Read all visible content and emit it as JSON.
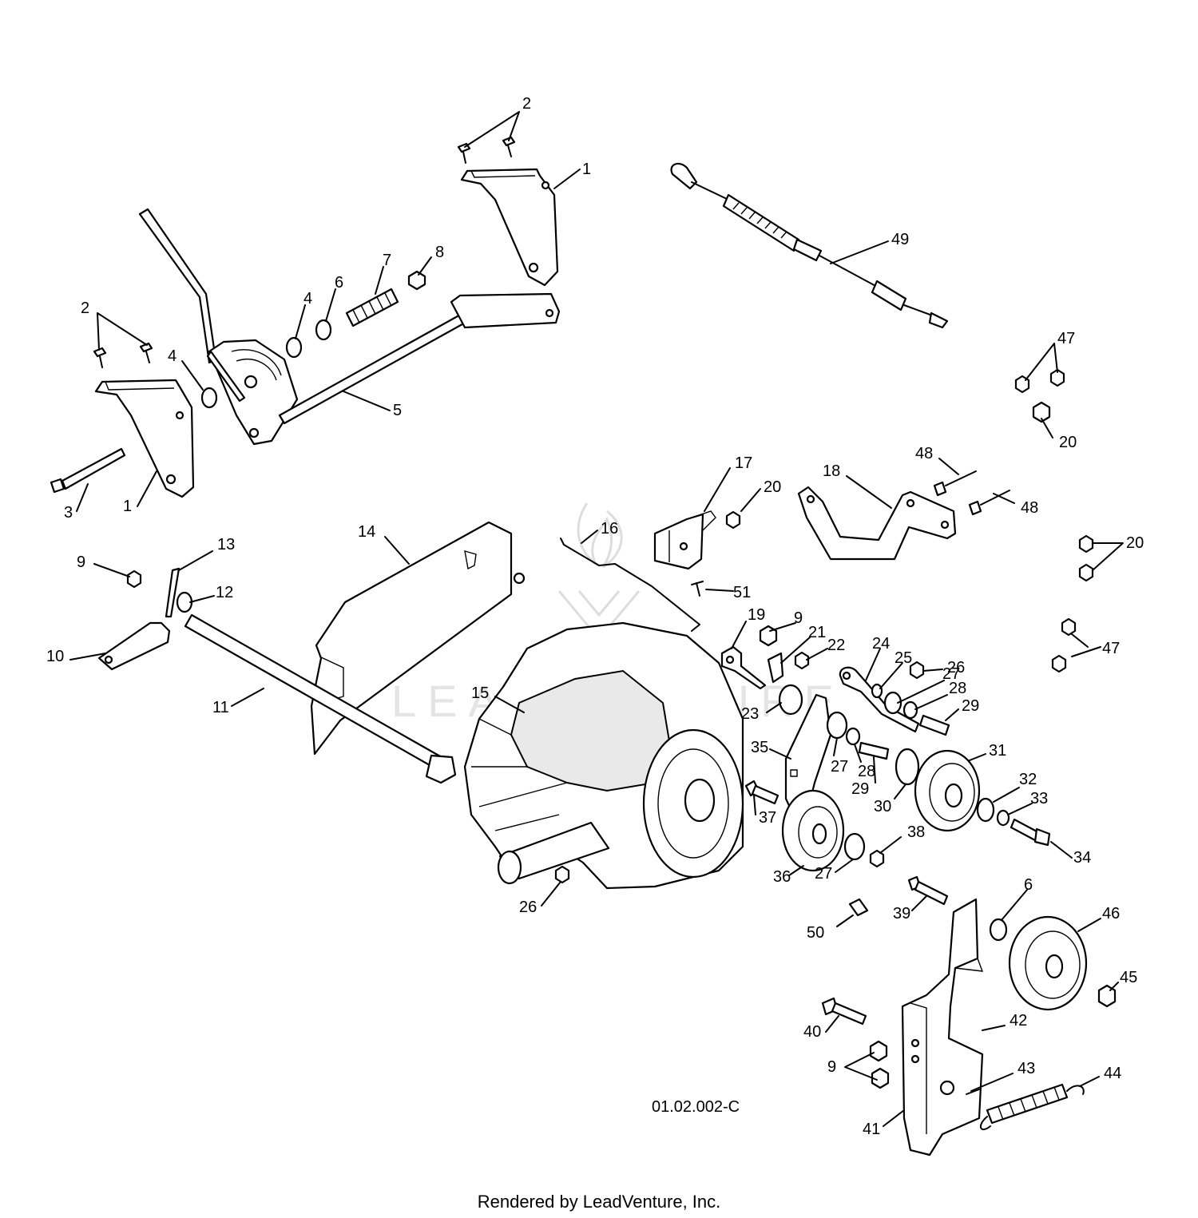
{
  "diagram_code": "01.02.002-C",
  "watermark": "LEADVENTURE",
  "credit": "Rendered by LeadVenture, Inc.",
  "labels": [
    {
      "id": "2a",
      "text": "2"
    },
    {
      "id": "1a",
      "text": "1"
    },
    {
      "id": "49",
      "text": "49"
    },
    {
      "id": "7",
      "text": "7"
    },
    {
      "id": "8",
      "text": "8"
    },
    {
      "id": "4a",
      "text": "4"
    },
    {
      "id": "6a",
      "text": "6"
    },
    {
      "id": "2b",
      "text": "2"
    },
    {
      "id": "4b",
      "text": "4"
    },
    {
      "id": "47a",
      "text": "47"
    },
    {
      "id": "5",
      "text": "5"
    },
    {
      "id": "20a",
      "text": "20"
    },
    {
      "id": "3",
      "text": "3"
    },
    {
      "id": "1b",
      "text": "1"
    },
    {
      "id": "17",
      "text": "17"
    },
    {
      "id": "20b",
      "text": "20"
    },
    {
      "id": "18",
      "text": "18"
    },
    {
      "id": "48a",
      "text": "48"
    },
    {
      "id": "48b",
      "text": "48"
    },
    {
      "id": "14",
      "text": "14"
    },
    {
      "id": "16",
      "text": "16"
    },
    {
      "id": "20c",
      "text": "20"
    },
    {
      "id": "13",
      "text": "13"
    },
    {
      "id": "9a",
      "text": "9"
    },
    {
      "id": "12",
      "text": "12"
    },
    {
      "id": "51",
      "text": "51"
    },
    {
      "id": "10",
      "text": "10"
    },
    {
      "id": "19",
      "text": "19"
    },
    {
      "id": "9b",
      "text": "9"
    },
    {
      "id": "21",
      "text": "21"
    },
    {
      "id": "22",
      "text": "22"
    },
    {
      "id": "24",
      "text": "24"
    },
    {
      "id": "25",
      "text": "25"
    },
    {
      "id": "26a",
      "text": "26"
    },
    {
      "id": "47b",
      "text": "47"
    },
    {
      "id": "27a",
      "text": "27"
    },
    {
      "id": "28a",
      "text": "28"
    },
    {
      "id": "29a",
      "text": "29"
    },
    {
      "id": "11",
      "text": "11"
    },
    {
      "id": "15",
      "text": "15"
    },
    {
      "id": "23",
      "text": "23"
    },
    {
      "id": "35",
      "text": "35"
    },
    {
      "id": "27b",
      "text": "27"
    },
    {
      "id": "28b",
      "text": "28"
    },
    {
      "id": "31",
      "text": "31"
    },
    {
      "id": "29b",
      "text": "29"
    },
    {
      "id": "30",
      "text": "30"
    },
    {
      "id": "32",
      "text": "32"
    },
    {
      "id": "33",
      "text": "33"
    },
    {
      "id": "37",
      "text": "37"
    },
    {
      "id": "38",
      "text": "38"
    },
    {
      "id": "34",
      "text": "34"
    },
    {
      "id": "36",
      "text": "36"
    },
    {
      "id": "27c",
      "text": "27"
    },
    {
      "id": "6b",
      "text": "6"
    },
    {
      "id": "26b",
      "text": "26"
    },
    {
      "id": "39",
      "text": "39"
    },
    {
      "id": "46",
      "text": "46"
    },
    {
      "id": "50",
      "text": "50"
    },
    {
      "id": "45",
      "text": "45"
    },
    {
      "id": "42",
      "text": "42"
    },
    {
      "id": "40",
      "text": "40"
    },
    {
      "id": "43",
      "text": "43"
    },
    {
      "id": "44",
      "text": "44"
    },
    {
      "id": "9c",
      "text": "9"
    },
    {
      "id": "41",
      "text": "41"
    }
  ]
}
